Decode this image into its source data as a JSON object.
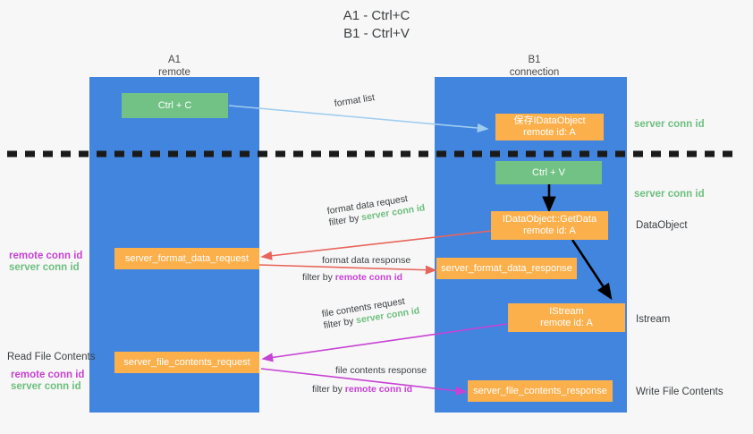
{
  "title": {
    "line1": "A1 - Ctrl+C",
    "line2": "B1 - Ctrl+V"
  },
  "lanes": [
    {
      "name": "A1",
      "sub": "remote"
    },
    {
      "name": "B1",
      "sub": "connection"
    }
  ],
  "nodes": {
    "ctrl_c": {
      "label": "Ctrl + C"
    },
    "ctrl_v": {
      "label": "Ctrl + V"
    },
    "save_idataobject": {
      "line1": "保存IDataObject",
      "line2": "remote id: A"
    },
    "getdata": {
      "line1": "IDataObject::GetData",
      "line2": "remote id: A"
    },
    "istream": {
      "line1": "IStream",
      "line2": "remote id: A"
    },
    "server_format_data_request": {
      "label": "server_format_data_request"
    },
    "server_format_data_response": {
      "label": "server_format_data_response"
    },
    "server_file_contents_request": {
      "label": "server_file_contents_request"
    },
    "server_file_contents_response": {
      "label": "server_file_contents_response"
    }
  },
  "edges": {
    "format_list": {
      "label": "format list"
    },
    "format_data_request": {
      "label": "format data request",
      "filter_prefix": "filter by ",
      "filter_value": "server conn id"
    },
    "format_data_response": {
      "label": "format data response",
      "filter_prefix": "filter by ",
      "filter_value": "remote conn id"
    },
    "file_contents_request": {
      "label": "file contents request",
      "filter_prefix": "filter by ",
      "filter_value": "server conn id"
    },
    "file_contents_response": {
      "label": "file contents response",
      "filter_prefix": "filter by ",
      "filter_value": "remote conn id"
    }
  },
  "annotations": {
    "right_server_conn_id_1": "server conn id",
    "right_server_conn_id_2": "server conn id",
    "right_dataobject": "DataObject",
    "right_istream": "Istream",
    "right_write_file_contents": "Write File Contents",
    "left_remote_conn_id_1": "remote conn id",
    "left_server_conn_id_1": "server conn id",
    "left_read_file_contents": "Read File Contents",
    "left_remote_conn_id_2": "remote conn id",
    "left_server_conn_id_2": "server conn id"
  },
  "colors": {
    "lane": "#4285de",
    "green_node": "#72c285",
    "orange_node": "#fbb04c",
    "green_text": "#6dbf7f",
    "magenta_text": "#c742d4",
    "blue_arrow": "#9fcdf0",
    "red_arrow": "#e8655c",
    "magenta_arrow": "#c742d4",
    "black_arrow": "#000000",
    "background": "#f7f7f7"
  }
}
